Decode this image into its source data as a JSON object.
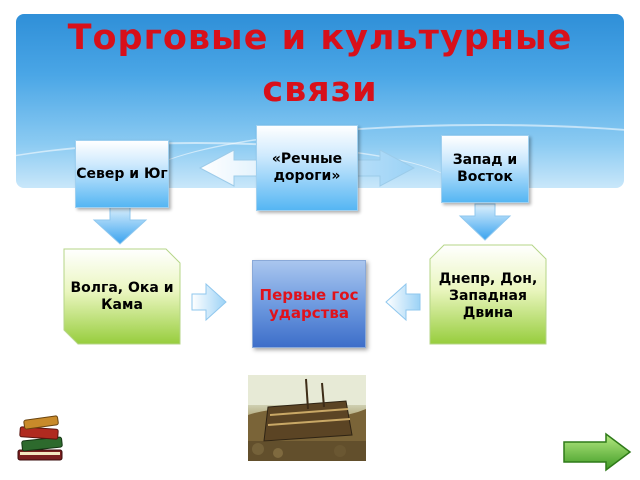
{
  "title": "Торговые и культурные связи",
  "boxes": {
    "north_south": "Север и Юг",
    "river_roads": "«Речные дороги»",
    "west_east": "Запад и Восток",
    "volga": "Волга, Ока и Кама",
    "first_states": "Первые государства",
    "dnepr": "Днепр, Дон, Западная Двина"
  },
  "icons": {
    "books": "books-icon",
    "next": "next-arrow-icon",
    "picture": "ship-painting"
  },
  "colors": {
    "title": "#d8101a",
    "banner": "#3a97dc",
    "green_box": "#9bd041",
    "blue_box": "#55b6f3"
  }
}
